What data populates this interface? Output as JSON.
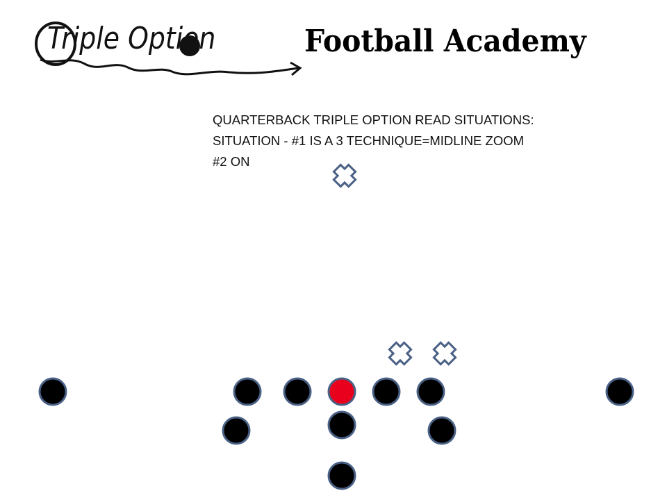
{
  "header": {
    "script_title": "Triple Option",
    "block_title": "Football Academy"
  },
  "caption": {
    "line1": "QUARTERBACK TRIPLE OPTION READ SITUATIONS:",
    "line2": "SITUATION - #1 IS A 3 TECHNIQUE=MIDLINE ZOOM",
    "line3": "#2 ON"
  },
  "colors": {
    "offense_fill": "#000000",
    "offense_stroke": "#4a6186",
    "center_fill": "#e8001c",
    "defender_stroke": "#4a6186",
    "defender_fill": "#ffffff"
  },
  "players": {
    "offense": [
      {
        "id": "split-end-left"
      },
      {
        "id": "left-tackle"
      },
      {
        "id": "left-guard"
      },
      {
        "id": "center"
      },
      {
        "id": "right-guard"
      },
      {
        "id": "right-tackle"
      },
      {
        "id": "split-end-right"
      },
      {
        "id": "left-slotback"
      },
      {
        "id": "quarterback"
      },
      {
        "id": "right-slotback"
      },
      {
        "id": "fullback"
      }
    ],
    "defense": [
      {
        "id": "safety"
      },
      {
        "id": "defender-1"
      },
      {
        "id": "defender-2"
      }
    ]
  }
}
